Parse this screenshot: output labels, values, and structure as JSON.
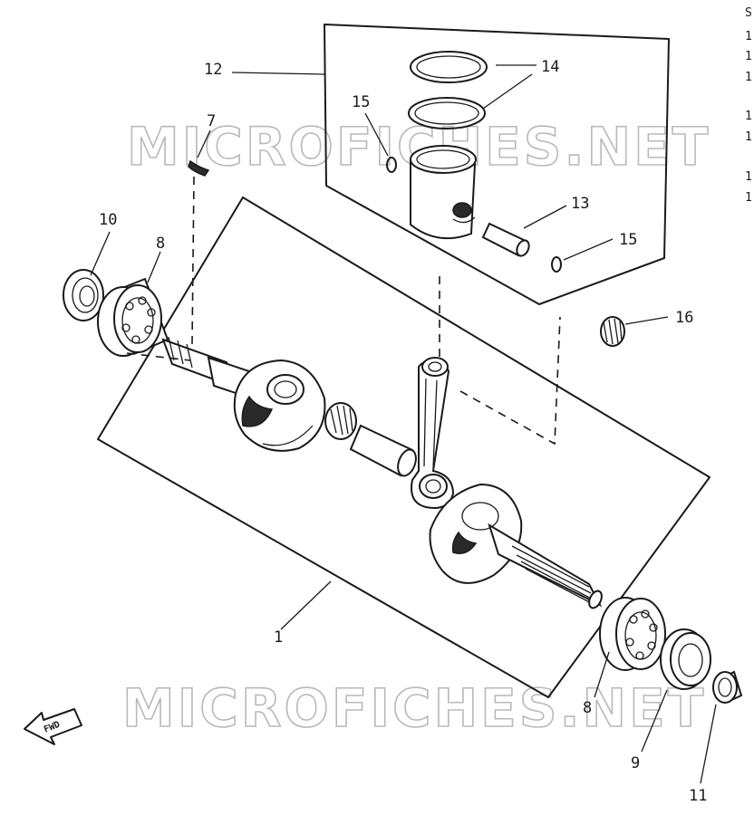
{
  "watermarks": [
    "MICROFICHES.NET",
    "MICROFICHES.NET"
  ],
  "callouts": [
    {
      "id": "c12",
      "label": "12"
    },
    {
      "id": "c14",
      "label": "14"
    },
    {
      "id": "c15a",
      "label": "15"
    },
    {
      "id": "c7",
      "label": "7"
    },
    {
      "id": "c10",
      "label": "10"
    },
    {
      "id": "c8a",
      "label": "8"
    },
    {
      "id": "c13",
      "label": "13"
    },
    {
      "id": "c15b",
      "label": "15"
    },
    {
      "id": "c16",
      "label": "16"
    },
    {
      "id": "c1",
      "label": "1"
    },
    {
      "id": "c8b",
      "label": "8"
    },
    {
      "id": "c9",
      "label": "9"
    },
    {
      "id": "c11",
      "label": "11"
    }
  ],
  "fwd_label": "FWD",
  "margin_glyphs": [
    "S",
    "1",
    "1",
    "1",
    "1",
    "1",
    "1",
    "1"
  ]
}
